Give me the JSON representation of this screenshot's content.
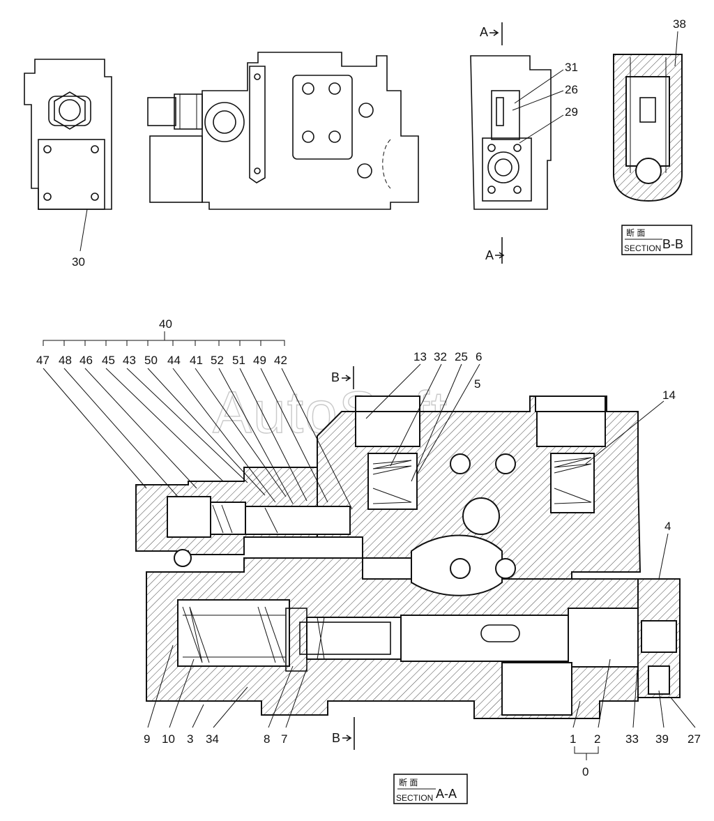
{
  "watermark": "AutoSoft",
  "section_marks": {
    "a_top": "A",
    "a_bottom": "A",
    "b_top": "B",
    "b_bottom": "B"
  },
  "section_titles": {
    "bb": {
      "kanji": "断 面",
      "word": "SECTION",
      "id": "B-B"
    },
    "aa": {
      "kanji": "断 面",
      "word": "SECTION",
      "id": "A-A"
    }
  },
  "callouts": {
    "n30": "30",
    "n31": "31",
    "n26": "26",
    "n29": "29",
    "n38": "38",
    "n40": "40",
    "n47": "47",
    "n48": "48",
    "n46": "46",
    "n45": "45",
    "n43": "43",
    "n50": "50",
    "n44": "44",
    "n41": "41",
    "n52": "52",
    "n51": "51",
    "n49": "49",
    "n42": "42",
    "n13": "13",
    "n32": "32",
    "n25": "25",
    "n6": "6",
    "n5": "5",
    "n14": "14",
    "n4": "4",
    "n9": "9",
    "n10": "10",
    "n3": "3",
    "n34": "34",
    "n8": "8",
    "n7": "7",
    "n1": "1",
    "n2": "2",
    "n33": "33",
    "n39": "39",
    "n27": "27",
    "n0": "0"
  }
}
